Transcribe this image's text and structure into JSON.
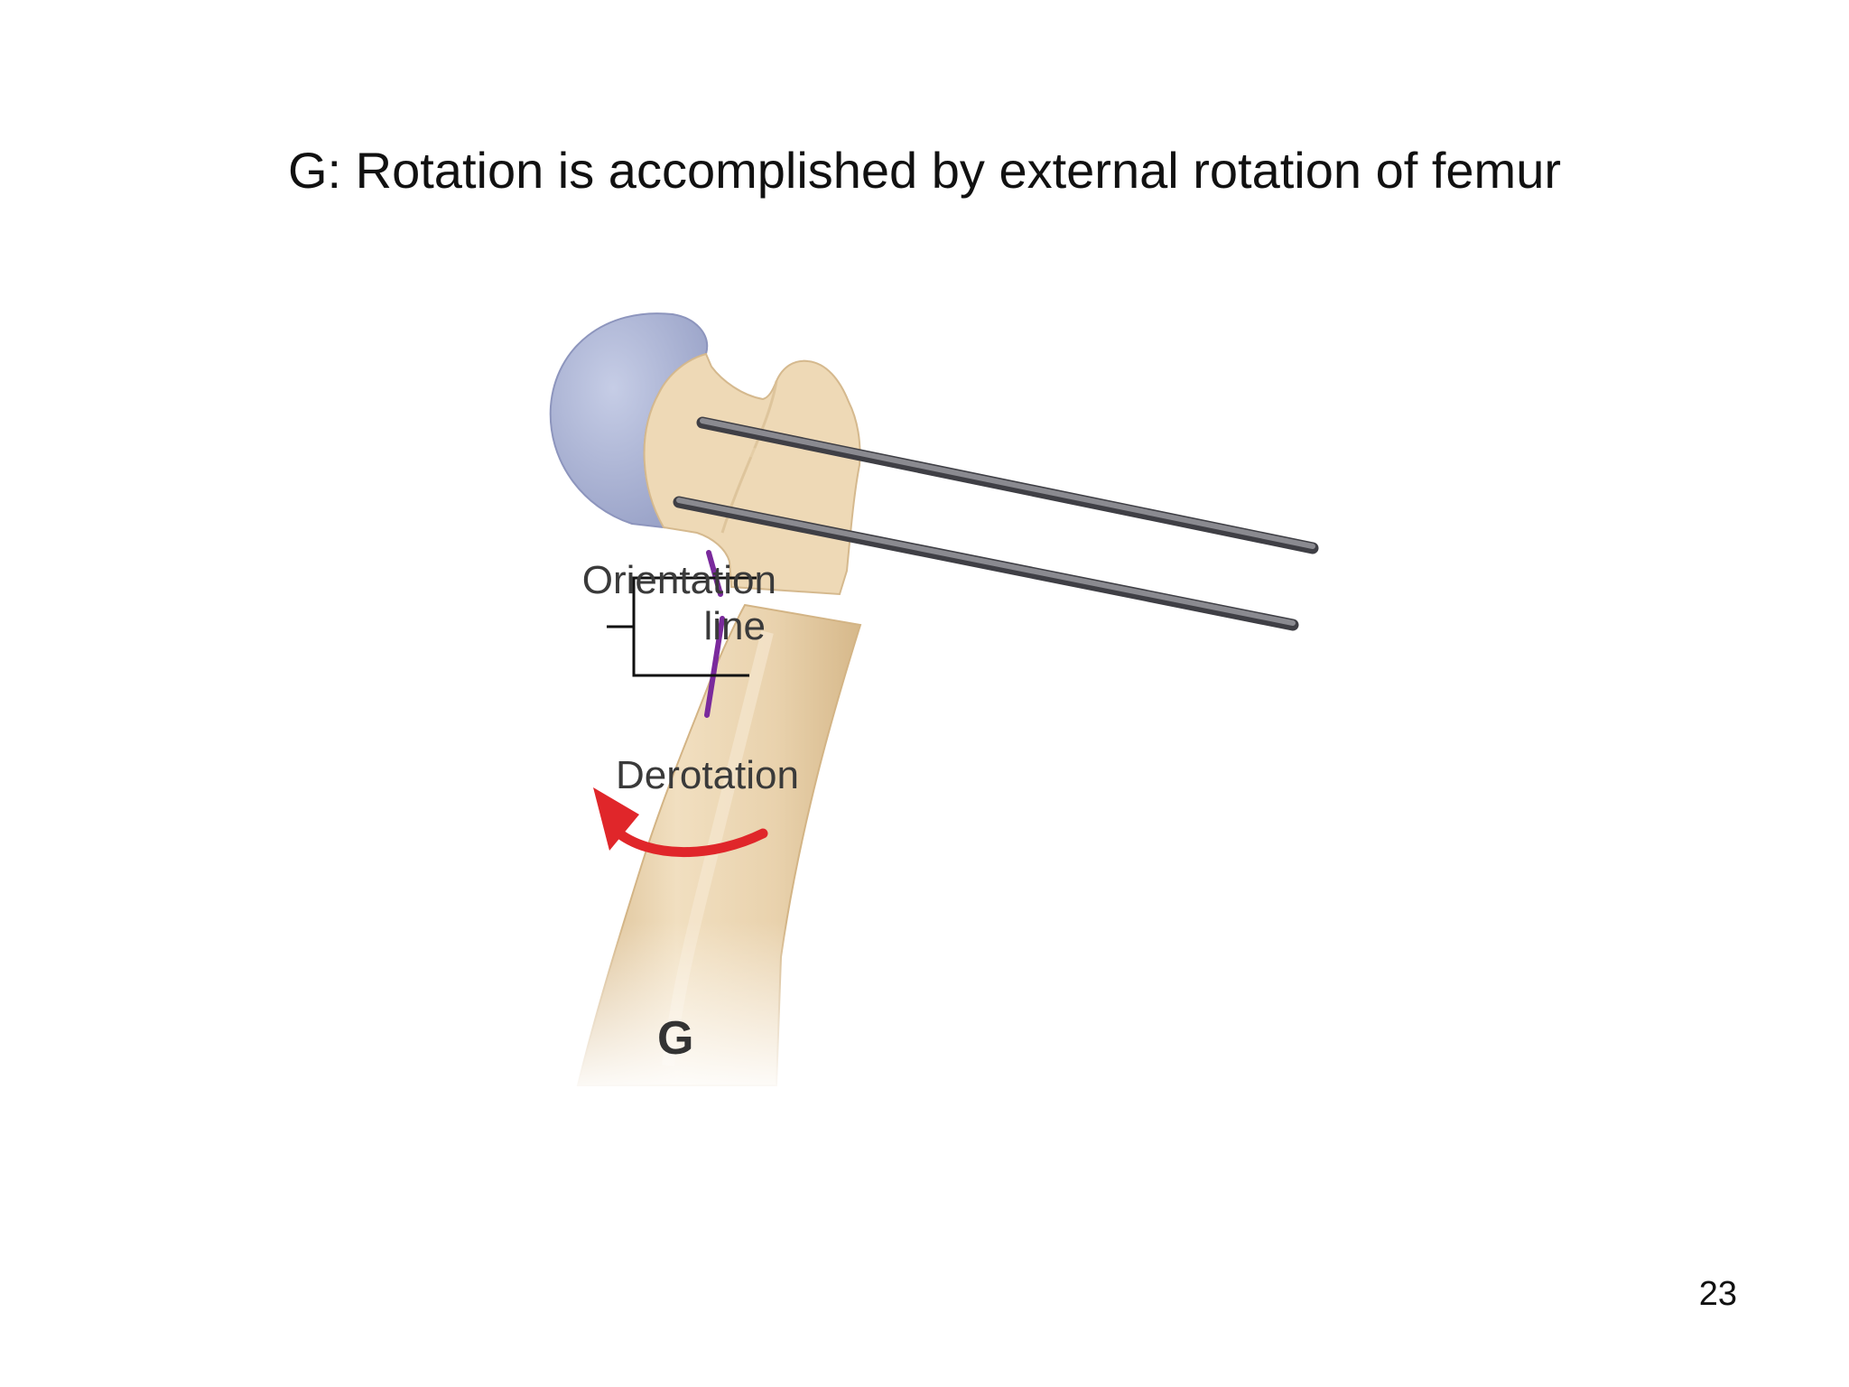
{
  "slide": {
    "title": "G: Rotation is accomplished by external rotation of femur",
    "page_number": "23"
  },
  "figure": {
    "panel_letter": "G",
    "labels": {
      "orientation_line_1": "Orientation",
      "orientation_line_2": "line",
      "derotation": "Derotation"
    },
    "colors": {
      "bone": "#eed9b6",
      "bone_shadow": "#d9bc90",
      "femoral_head": "#b3bbd9",
      "pin": "#6c6c72",
      "orientation_mark": "#7a2a9c",
      "derotation_arrow": "#e0262a"
    }
  }
}
